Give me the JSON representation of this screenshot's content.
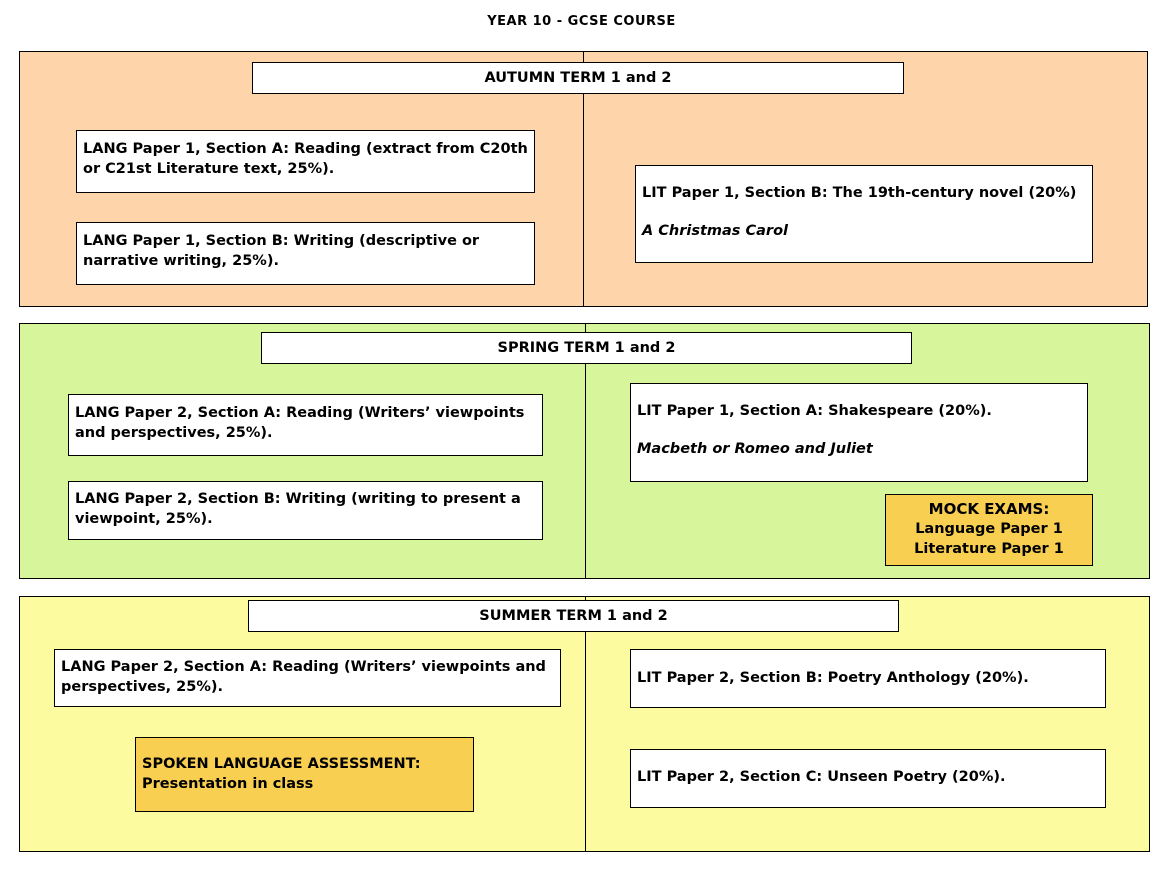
{
  "page_title": "YEAR 10 - GCSE COURSE",
  "colors": {
    "autumn_bg": "#fed5aa",
    "spring_bg": "#d7f59a",
    "summer_bg": "#fdfb9f",
    "callout_bg": "#f9cf52"
  },
  "autumn": {
    "header": "AUTUMN TERM 1  and 2",
    "lang_boxes": [
      "LANG Paper 1, Section A: Reading (extract from C20th or C21st Literature text, 25%).",
      "LANG Paper 1, Section B: Writing (descriptive or narrative writing, 25%)."
    ],
    "lit_box": {
      "title": "LIT Paper 1, Section B: The 19th-century novel (20%)",
      "text": "A Christmas Carol"
    }
  },
  "spring": {
    "header": "SPRING TERM 1 and 2",
    "lang_boxes": [
      "LANG Paper 2, Section A: Reading (Writers’ viewpoints and perspectives, 25%).",
      "LANG Paper 2, Section B: Writing (writing to present a viewpoint, 25%)."
    ],
    "lit_box": {
      "title": "LIT Paper 1, Section A: Shakespeare (20%).",
      "text": "Macbeth or Romeo and Juliet"
    },
    "mock": {
      "heading": "MOCK EXAMS:",
      "line1": "Language Paper 1",
      "line2": "Literature Paper 1"
    }
  },
  "summer": {
    "header": "SUMMER TERM 1 and 2",
    "lang_box": "LANG Paper 2, Section A: Reading (Writers’ viewpoints and perspectives, 25%).",
    "spoken": {
      "heading": "SPOKEN LANGUAGE  ASSESSMENT:",
      "text": "Presentation in class"
    },
    "lit_boxes": [
      "LIT Paper 2, Section B: Poetry Anthology (20%).",
      "LIT Paper 2, Section C: Unseen Poetry (20%)."
    ]
  }
}
